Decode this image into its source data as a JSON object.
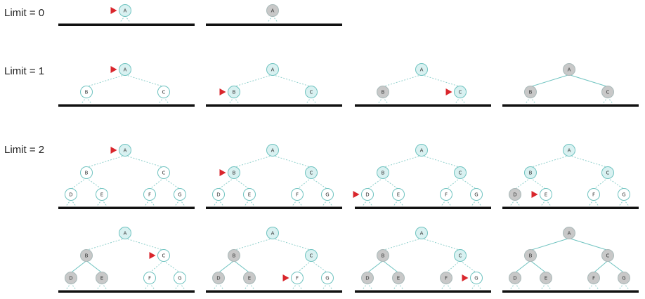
{
  "labels": {
    "limit0": "Limit = 0",
    "limit1": "Limit = 1",
    "limit2": "Limit = 2"
  },
  "colors": {
    "unvisited_fill": "#ffffff",
    "frontier_fill": "#d9f1f1",
    "expanded_fill": "#c8c8c8",
    "node_stroke": "#6fc3c0",
    "edge_active": "#6fc3c0",
    "edge_dashed": "#8fd0cc",
    "ground": "#111111",
    "pointer": "#d9262c",
    "node_text": "#333333"
  },
  "tree": {
    "nodes": [
      "A",
      "B",
      "C",
      "D",
      "E",
      "F",
      "G"
    ],
    "edges": [
      [
        "A",
        "B"
      ],
      [
        "A",
        "C"
      ],
      [
        "B",
        "D"
      ],
      [
        "B",
        "E"
      ],
      [
        "C",
        "F"
      ],
      [
        "C",
        "G"
      ]
    ]
  },
  "panels": [
    {
      "row": 0,
      "col": 0,
      "depth": 0,
      "expanded": [],
      "frontier": [
        "A"
      ],
      "pointer": "A"
    },
    {
      "row": 0,
      "col": 1,
      "depth": 0,
      "expanded": [
        "A"
      ],
      "frontier": [],
      "pointer": null
    },
    {
      "row": 1,
      "col": 0,
      "depth": 1,
      "expanded": [],
      "frontier": [
        "A"
      ],
      "pointer": "A"
    },
    {
      "row": 1,
      "col": 1,
      "depth": 1,
      "expanded": [],
      "frontier": [
        "A",
        "B",
        "C"
      ],
      "pointer": "B"
    },
    {
      "row": 1,
      "col": 2,
      "depth": 1,
      "expanded": [
        "B"
      ],
      "frontier": [
        "A",
        "C"
      ],
      "pointer": "C"
    },
    {
      "row": 1,
      "col": 3,
      "depth": 1,
      "expanded": [
        "A",
        "B",
        "C"
      ],
      "frontier": [],
      "pointer": null
    },
    {
      "row": 2,
      "col": 0,
      "depth": 2,
      "expanded": [],
      "frontier": [
        "A"
      ],
      "pointer": "A"
    },
    {
      "row": 2,
      "col": 1,
      "depth": 2,
      "expanded": [],
      "frontier": [
        "A",
        "B",
        "C"
      ],
      "pointer": "B"
    },
    {
      "row": 2,
      "col": 2,
      "depth": 2,
      "expanded": [],
      "frontier": [
        "A",
        "B",
        "C"
      ],
      "pointer": "D"
    },
    {
      "row": 2,
      "col": 3,
      "depth": 2,
      "expanded": [
        "D"
      ],
      "frontier": [
        "A",
        "B",
        "C"
      ],
      "pointer": "E"
    },
    {
      "row": 3,
      "col": 0,
      "depth": 2,
      "expanded": [
        "B",
        "D",
        "E"
      ],
      "frontier": [
        "A"
      ],
      "pointer": "C"
    },
    {
      "row": 3,
      "col": 1,
      "depth": 2,
      "expanded": [
        "B",
        "D",
        "E"
      ],
      "frontier": [
        "A",
        "C"
      ],
      "pointer": "F"
    },
    {
      "row": 3,
      "col": 2,
      "depth": 2,
      "expanded": [
        "B",
        "D",
        "E",
        "F"
      ],
      "frontier": [
        "A",
        "C"
      ],
      "pointer": "G"
    },
    {
      "row": 3,
      "col": 3,
      "depth": 2,
      "expanded": [
        "A",
        "B",
        "C",
        "D",
        "E",
        "F",
        "G"
      ],
      "frontier": [],
      "pointer": null
    }
  ]
}
